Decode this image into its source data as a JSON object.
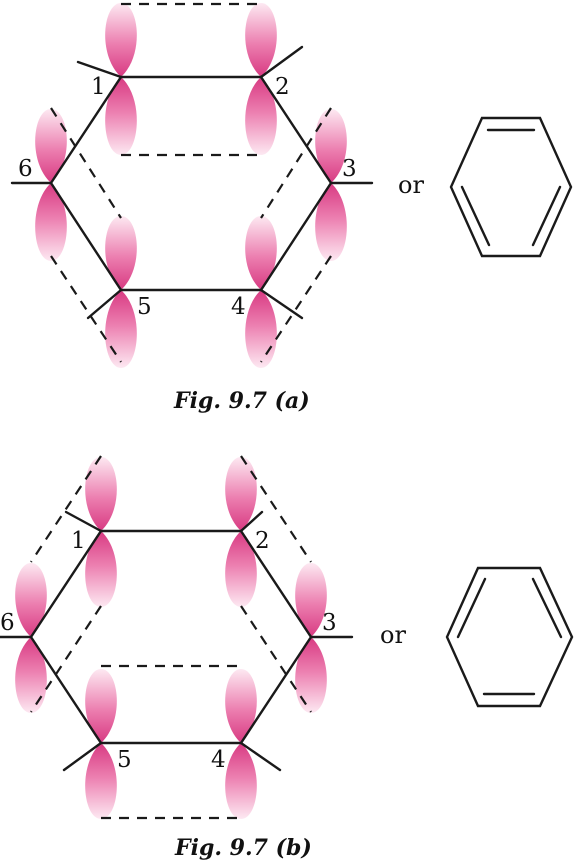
{
  "figure_a": {
    "caption": "Fig. 9.7 (a)",
    "or_text": "or",
    "labels": [
      "1",
      "2",
      "3",
      "4",
      "5",
      "6"
    ]
  },
  "figure_b": {
    "caption": "Fig. 9.7 (b)",
    "or_text": "or",
    "labels": [
      "1",
      "2",
      "3",
      "4",
      "5",
      "6"
    ]
  },
  "colors": {
    "orbital_dark": "#e2468c",
    "orbital_light": "#fbe1ee",
    "bond": "#1a1a1a"
  }
}
